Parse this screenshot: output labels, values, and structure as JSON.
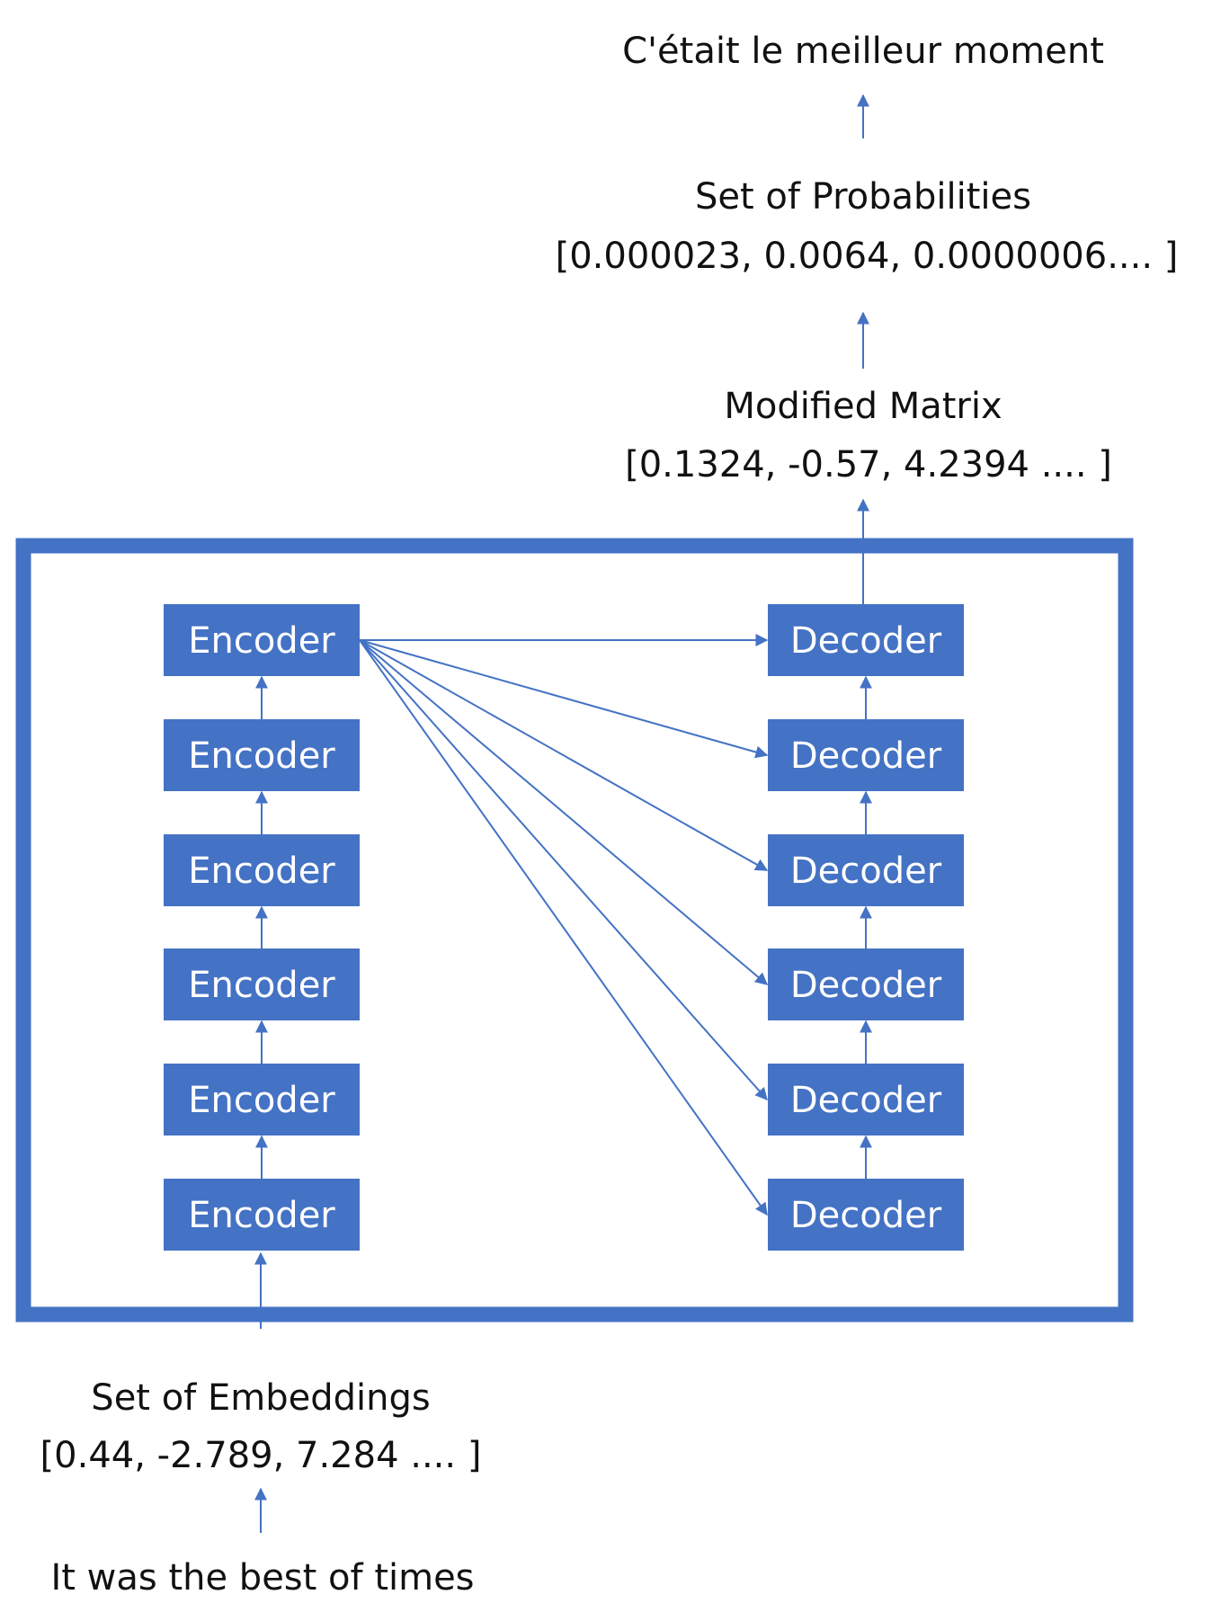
{
  "output_sentence": "C'était le meilleur moment",
  "probabilities": {
    "title": "Set of Probabilities",
    "values": "[0.000023, 0.0064, 0.0000006.... ]"
  },
  "modified_matrix": {
    "title": "Modified Matrix",
    "values": "[0.1324, -0.57, 4.2394 .... ]"
  },
  "encoders": [
    "Encoder",
    "Encoder",
    "Encoder",
    "Encoder",
    "Encoder",
    "Encoder"
  ],
  "decoders": [
    "Decoder",
    "Decoder",
    "Decoder",
    "Decoder",
    "Decoder",
    "Decoder"
  ],
  "embeddings": {
    "title": "Set of Embeddings",
    "values": "[0.44, -2.789, 7.284 .... ]"
  },
  "input_sentence": "It was the best of times",
  "colors": {
    "accent": "#4472c4",
    "text": "#111111",
    "block_text": "#ffffff"
  }
}
